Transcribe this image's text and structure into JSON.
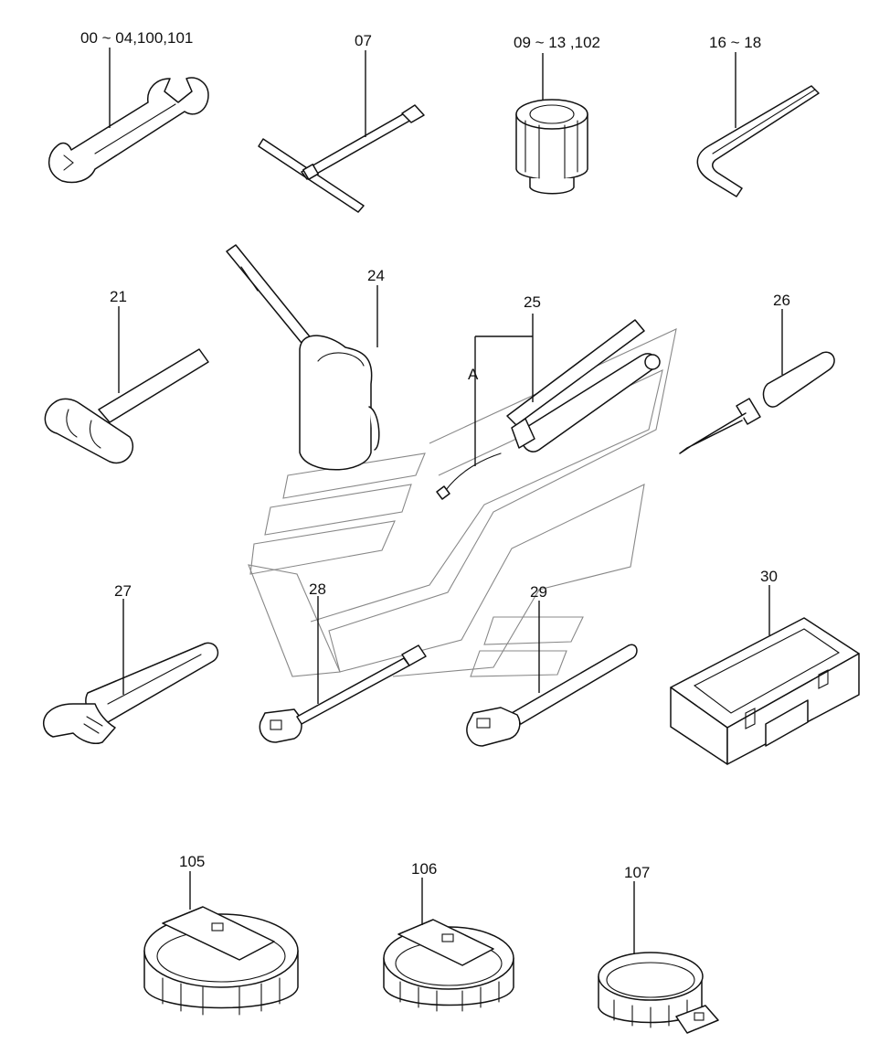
{
  "parts": [
    {
      "id": "wrench",
      "label": "00 ~ 04,100,101"
    },
    {
      "id": "t-socket-wrench",
      "label": "07"
    },
    {
      "id": "socket",
      "label": "09 ~ 13 ,102"
    },
    {
      "id": "hex-key",
      "label": "16 ~ 18"
    },
    {
      "id": "hammer",
      "label": "21"
    },
    {
      "id": "oil-can",
      "label": "24"
    },
    {
      "id": "grease-gun",
      "label": "25"
    },
    {
      "id": "screwdriver",
      "label": "26"
    },
    {
      "id": "adjustable-wrench",
      "label": "27"
    },
    {
      "id": "socket-extension",
      "label": "28"
    },
    {
      "id": "ratchet-handle",
      "label": "29"
    },
    {
      "id": "tool-box",
      "label": "30"
    },
    {
      "id": "filter-wrench-a",
      "label": "105"
    },
    {
      "id": "filter-wrench-b",
      "label": "106"
    },
    {
      "id": "filter-wrench-c",
      "label": "107"
    }
  ],
  "sub_labels": {
    "grease_nozzle": "A"
  }
}
